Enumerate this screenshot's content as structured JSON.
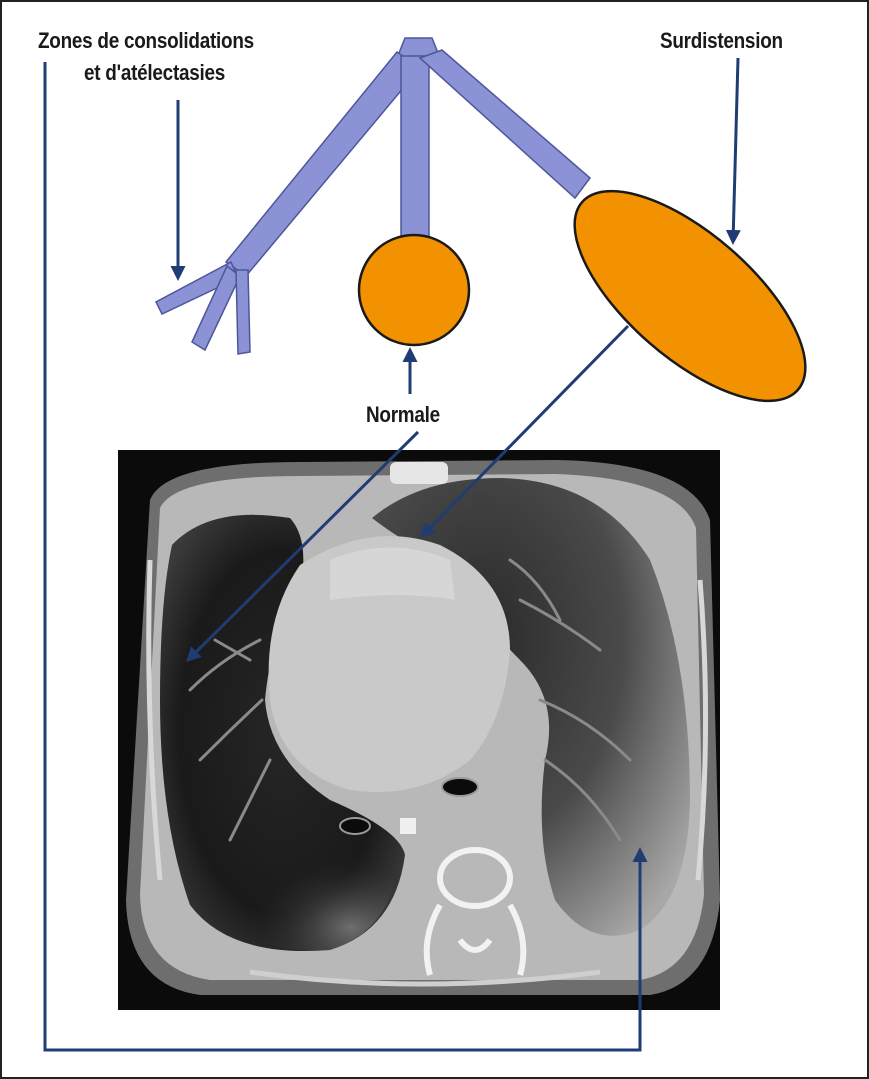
{
  "labels": {
    "atelectasis_line1": "Zones de consolidations",
    "atelectasis_line2": "et d'atélectasies",
    "overdistension": "Surdistension",
    "normal": "Normale"
  },
  "colors": {
    "airway": "#8b93d6",
    "alveolus": "#f39200",
    "arrow": "#1f3d73",
    "outline": "#1a1a1a"
  }
}
